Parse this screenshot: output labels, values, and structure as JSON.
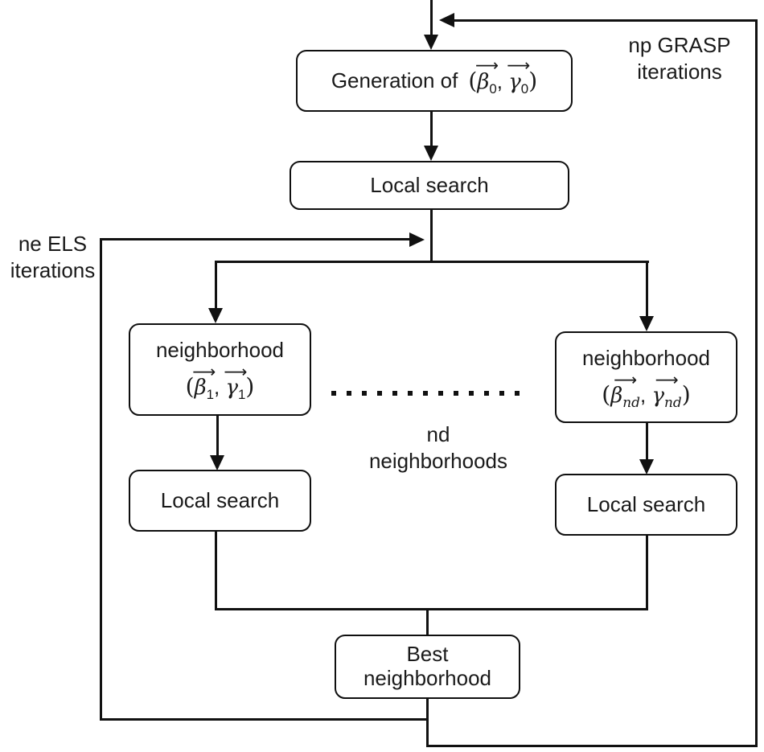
{
  "diagram": {
    "type": "flowchart",
    "background": "#ffffff",
    "line_color": "#111111",
    "text_color": "#1a1a1a"
  },
  "math": {
    "vec_arrow": "⟶"
  },
  "boxes": {
    "generation": {
      "prefix": "Generation of",
      "open": "(",
      "beta": "β",
      "beta_sub": "0",
      "comma": ",",
      "gamma": "γ",
      "gamma_sub": "0",
      "close": ")"
    },
    "local_search_top": {
      "label": "Local search"
    },
    "neighborhood_first": {
      "title": "neighborhood",
      "open": "(",
      "beta": "β",
      "beta_sub": "1",
      "comma": ",",
      "gamma": "γ",
      "gamma_sub": "1",
      "close": ")"
    },
    "neighborhood_last": {
      "title": "neighborhood",
      "open": "(",
      "beta": "β",
      "beta_sub": "nd",
      "comma": ",",
      "gamma": "γ",
      "gamma_sub": "nd",
      "close": ")"
    },
    "local_search_left": {
      "label": "Local search"
    },
    "local_search_right": {
      "label": "Local search"
    },
    "best_neighborhood": {
      "line1": "Best",
      "line2": "neighborhood"
    }
  },
  "labels": {
    "grasp_loop": {
      "line1": "np GRASP",
      "line2": "iterations"
    },
    "els_loop": {
      "line1": "ne ELS",
      "line2": "iterations"
    },
    "nd_count": {
      "line1": "nd",
      "line2": "neighborhoods"
    }
  }
}
